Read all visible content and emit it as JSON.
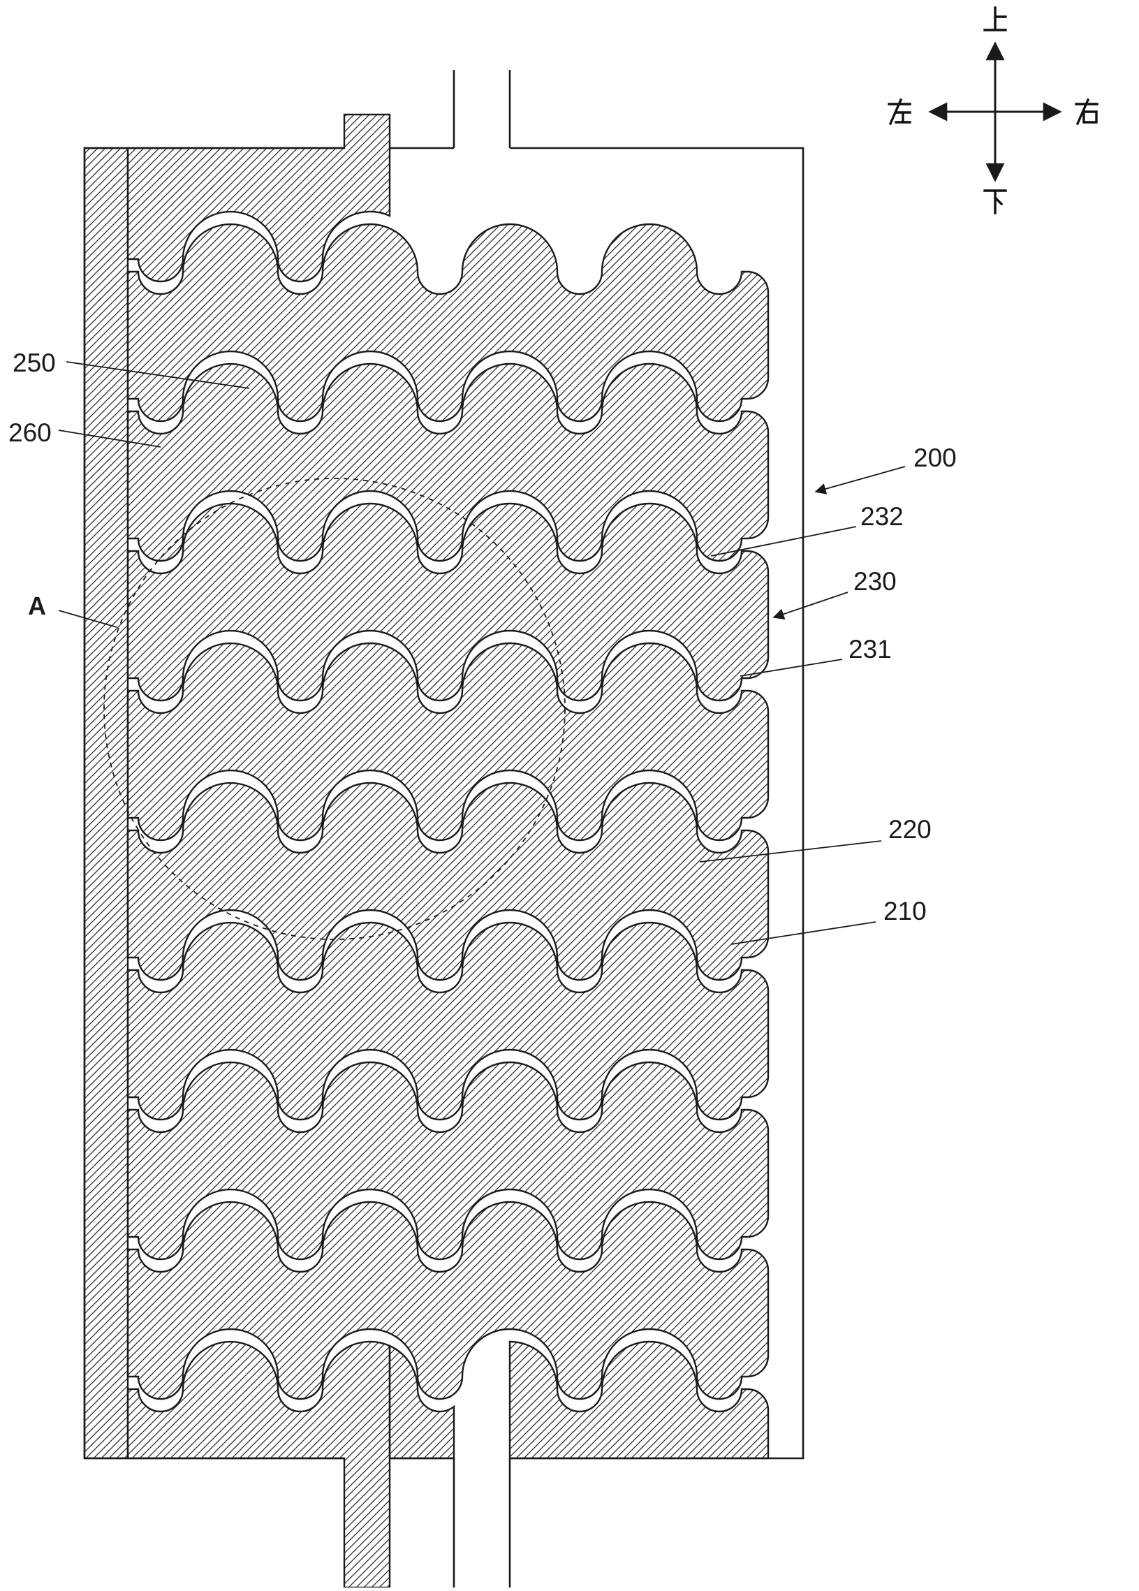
{
  "figure": {
    "type": "patent-technical-drawing",
    "compass": {
      "up": "上",
      "down": "下",
      "left": "左",
      "right": "右"
    },
    "ref_labels": {
      "l250": "250",
      "l260": "260",
      "l200": "200",
      "l232": "232",
      "l230": "230",
      "l231": "231",
      "l220": "220",
      "l210": "210",
      "lA": "A"
    },
    "colors": {
      "line": "#1a1a1a",
      "background": "#ffffff"
    }
  }
}
